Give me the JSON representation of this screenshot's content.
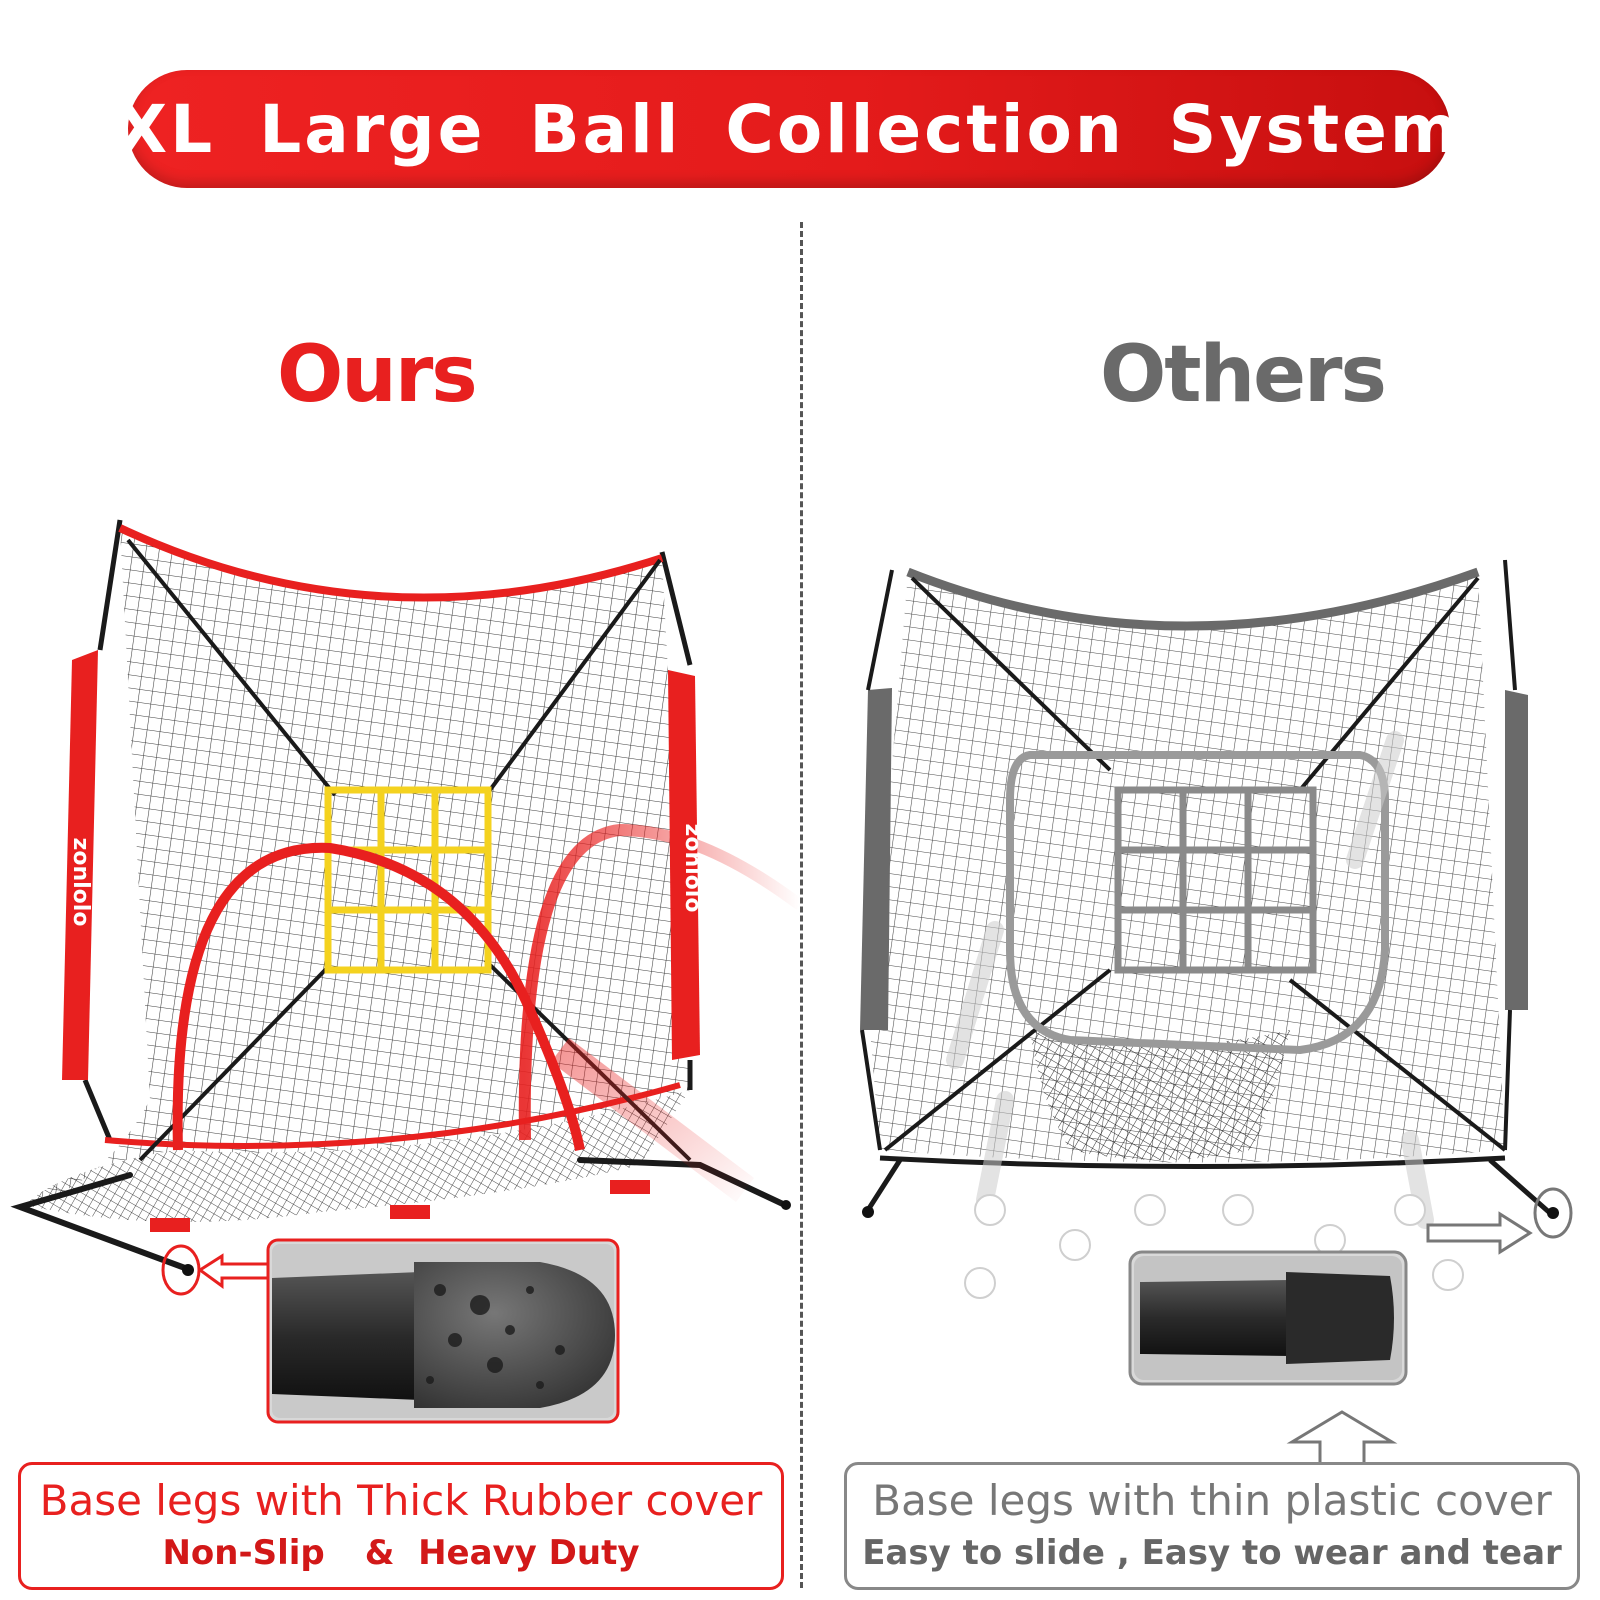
{
  "header": {
    "title": "XL Large Ball Collection System"
  },
  "comparison": {
    "ours": {
      "label": "Ours",
      "brand": "zonlolo",
      "caption_main": "Base legs with Thick Rubber cover",
      "caption_feature_1": "Non-Slip",
      "caption_separator": "&",
      "caption_feature_2": "Heavy Duty"
    },
    "others": {
      "label": "Others",
      "caption_main": "Base legs with thin plastic cover",
      "caption_sub": "Easy to slide , Easy to wear and tear"
    }
  },
  "colors": {
    "brand_red": "#e8201f",
    "others_gray": "#6a6a6a",
    "target_yellow": "#f4d21f",
    "net_black": "#1a1a1a"
  },
  "icons": [
    "arrow-left-outline-icon",
    "arrow-up-outline-icon",
    "arrow-right-outline-icon",
    "highlight-circle-icon"
  ]
}
